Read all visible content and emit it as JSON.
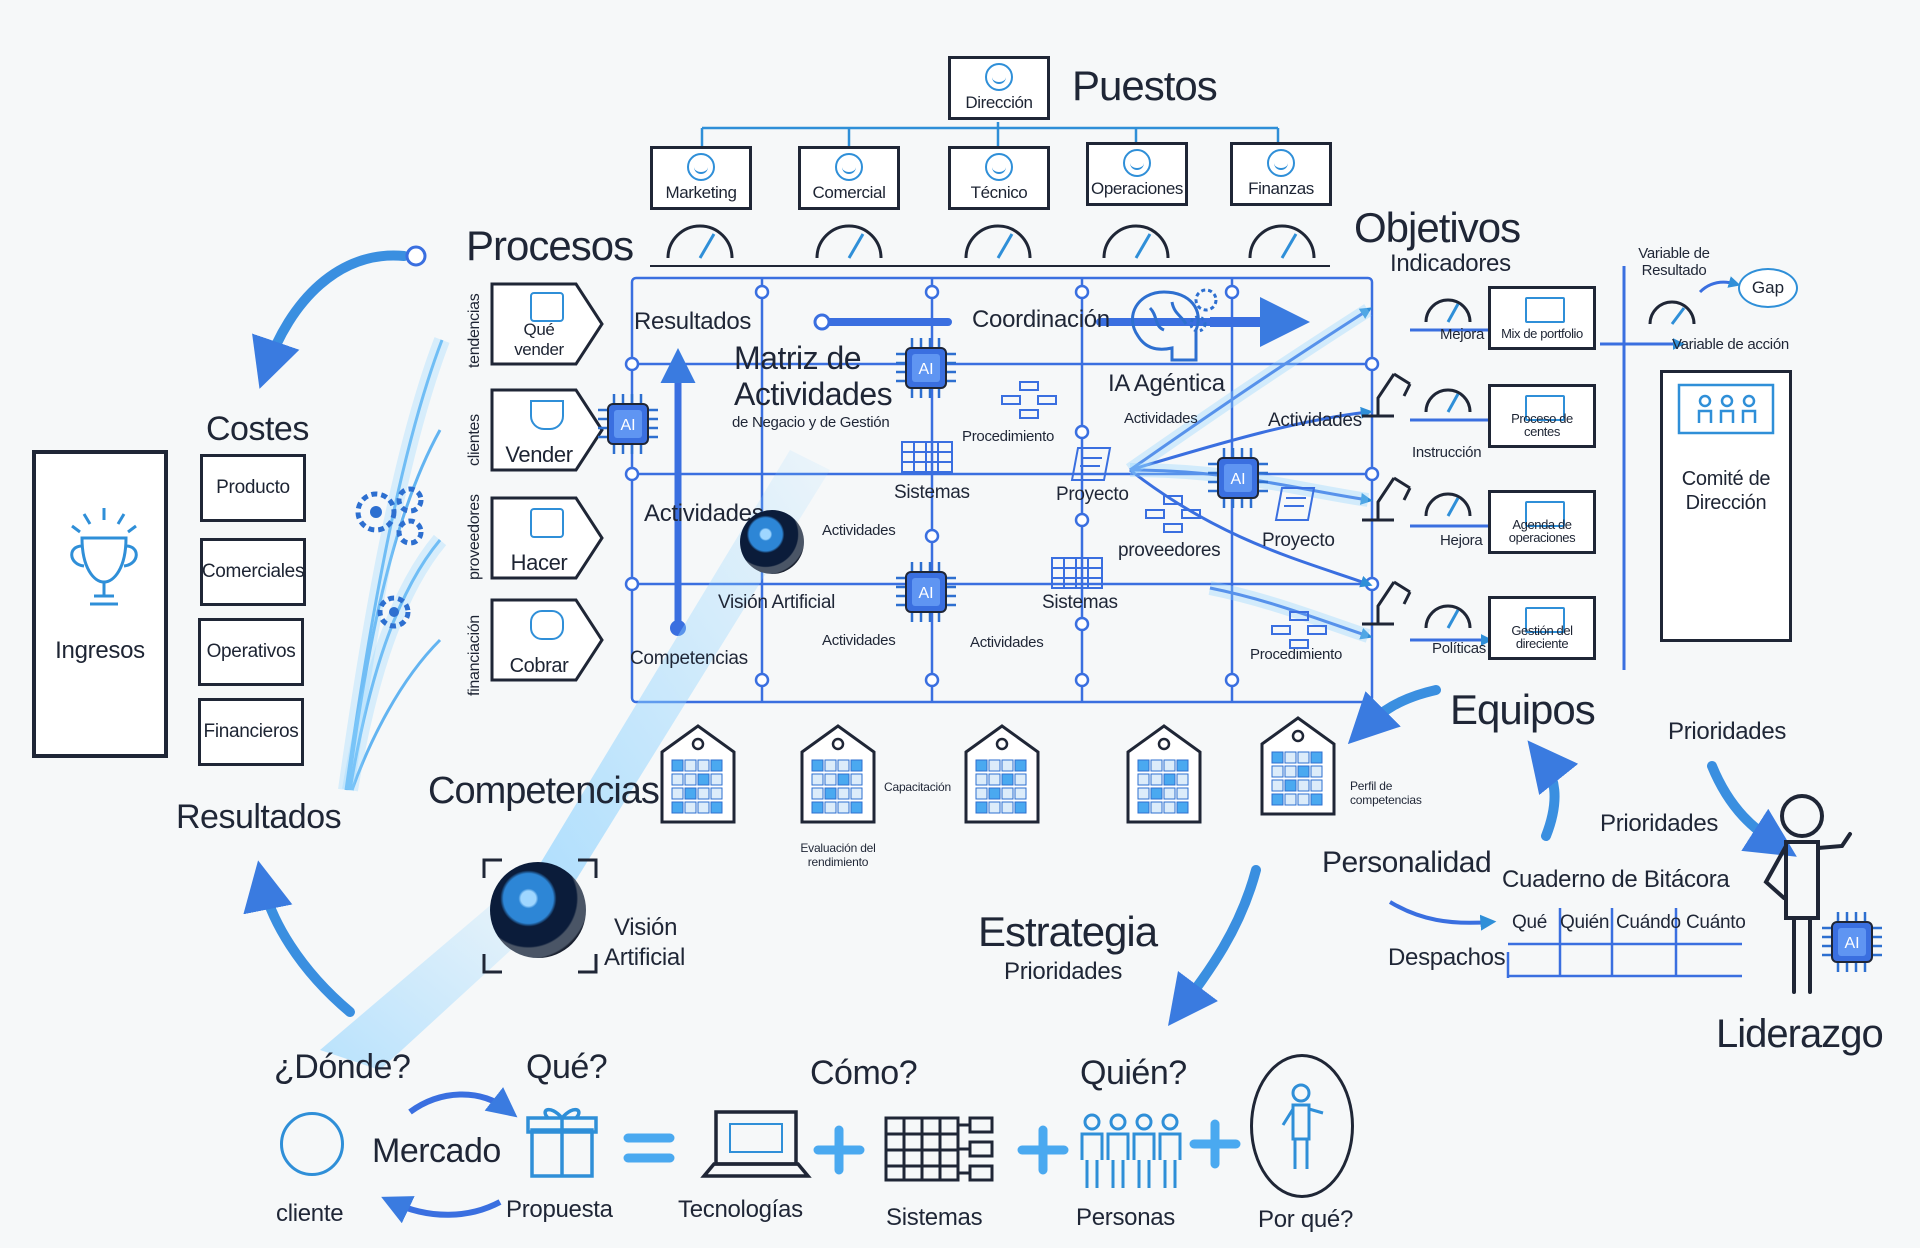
{
  "puestos": {
    "title": "Puestos",
    "top": "Dirección",
    "roles": [
      "Marketing",
      "Comercial",
      "Técnico",
      "Operaciones",
      "Finanzas"
    ]
  },
  "procesos": {
    "title": "Procesos",
    "items": [
      {
        "category": "tendencias",
        "label": "Qué vender"
      },
      {
        "category": "clientes",
        "label": "Vender"
      },
      {
        "category": "proveedores",
        "label": "Hacer"
      },
      {
        "category": "financiación",
        "label": "Cobrar"
      }
    ]
  },
  "costes": {
    "title": "Costes",
    "items": [
      "Producto",
      "Comerciales",
      "Operativos",
      "Financieros"
    ],
    "ingresos": "Ingresos"
  },
  "resultados": "Resultados",
  "matrix": {
    "resultados": "Resultados",
    "title_line1": "Matriz de",
    "title_line2": "Actividades",
    "subtitle": "de Negacio y de Gestión",
    "coordinacion": "Coordinación",
    "ia": "IA Agéntica",
    "ia_sub": "Actividades",
    "actividades_left": "Actividades",
    "procedimiento1": "Procedimiento",
    "sistemas1": "Sistemas",
    "proyecto1": "Proyecto",
    "actividades_r1": "Actividades",
    "actividades_mid": "Actividades",
    "vision": "Visión Artificial",
    "proveedores": "proveedores",
    "proyecto2": "Proyecto",
    "sistemas2": "Sistemas",
    "actividades_b1": "Actividades",
    "actividades_b2": "Actividades",
    "competencias": "Competencias",
    "procedimiento2": "Procedimiento",
    "ai": "AI"
  },
  "objetivos": {
    "title": "Objetivos",
    "sub": "Indicadores",
    "rows": [
      {
        "tag": "Mejora",
        "box": "Mix de portfolio"
      },
      {
        "tag": "Instrucción",
        "box": "Proceso de centes"
      },
      {
        "tag": "Hejora",
        "box": "Agenda de operaciones"
      },
      {
        "tag": "Políticas",
        "box": "Gestión del direciente"
      }
    ]
  },
  "right": {
    "variable_resultado": "Variable de Resultado",
    "gap": "Gap",
    "variable_accion": "Variable de acción",
    "comite": "Comité de Dirección",
    "prioridades": "Prioridades"
  },
  "competencias": {
    "title": "Competencias",
    "capacitacion": "Capacitación",
    "evaluacion": "Evaluación del rendimiento",
    "perfil": "Perfil de competencias"
  },
  "equipos": "Equipos",
  "personalidad": "Personalidad",
  "bitacora": {
    "title": "Cuaderno de Bitácora",
    "cols": [
      "Qué",
      "Quién",
      "Cuándo",
      "Cuánto"
    ],
    "despachos": "Despachos"
  },
  "prioridades2": "Prioridades",
  "liderazgo": "Liderazgo",
  "estrategia": {
    "title": "Estrategia",
    "sub": "Prioridades"
  },
  "vision_artificial": {
    "line1": "Visión",
    "line2": "Artificial"
  },
  "bottom": {
    "donde": "¿Dónde?",
    "que": "Qué?",
    "como": "Cómo?",
    "quien": "Quién?",
    "mercado": "Mercado",
    "cliente": "cliente",
    "propuesta": "Propuesta",
    "tecnologias": "Tecnologías",
    "sistemas": "Sistemas",
    "personas": "Personas",
    "porque": "Por qué?"
  },
  "colors": {
    "ink": "#1f2636",
    "blue": "#2f8fd8",
    "accent": "#3a6fe0",
    "glow": "#8fd3ff"
  }
}
